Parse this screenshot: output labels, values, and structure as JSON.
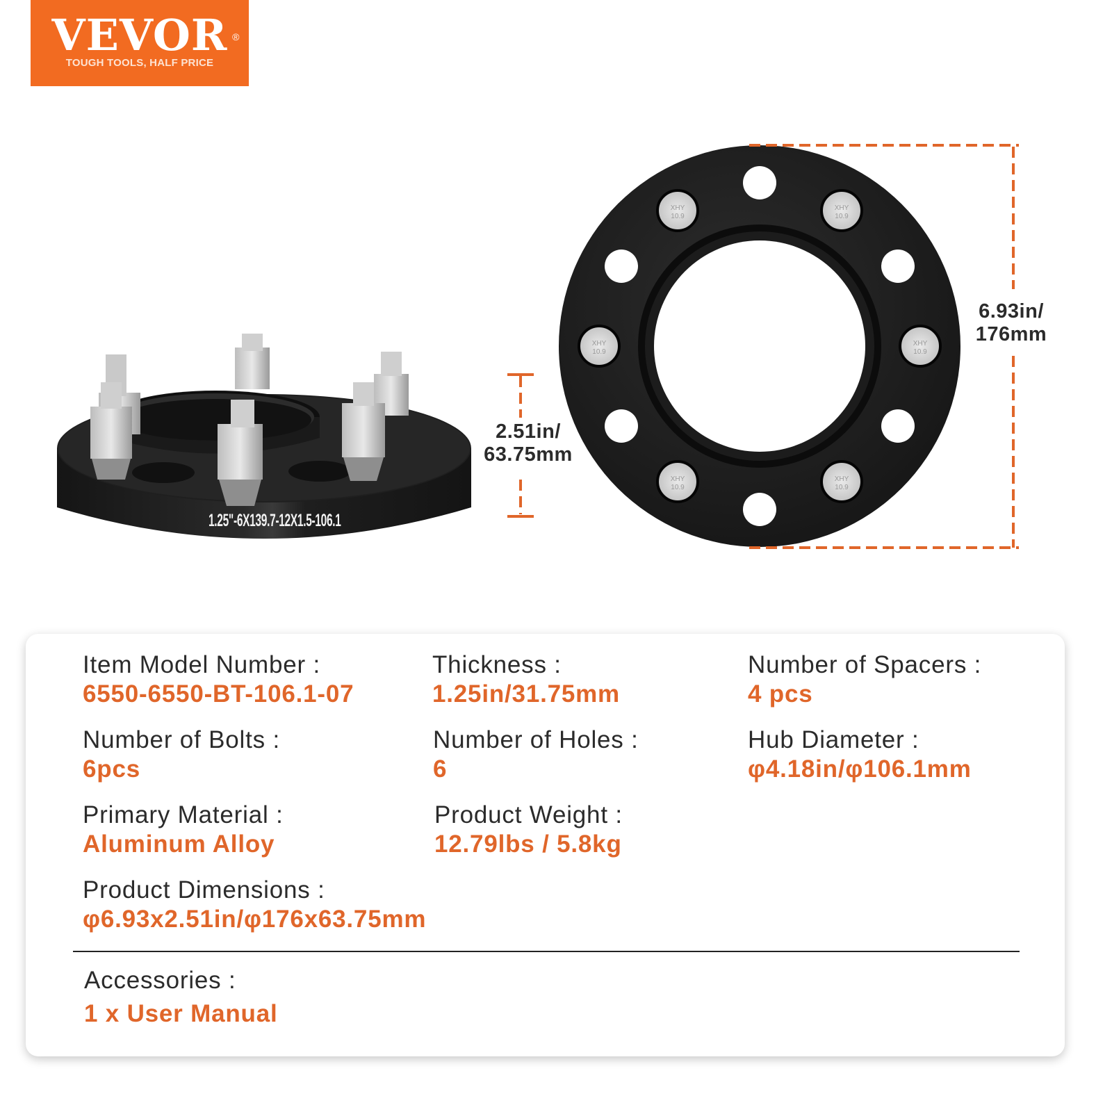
{
  "brand": {
    "name": "VEVOR",
    "registered_mark": "®",
    "tagline": "TOUGH TOOLS, HALF PRICE",
    "color": "#f26b21"
  },
  "product_images": {
    "side_view": {
      "stamp_text": "1.25\"-6X139.7-12X1.5-106.1",
      "stud_count_visible": 6
    },
    "face_view": {
      "hole_count": 12,
      "studs_pressed": 6,
      "stud_marking": "XHY 10.9"
    }
  },
  "dimensions": {
    "height_label_line1": "2.51in/",
    "height_label_line2": "63.75mm",
    "diameter_label_line1": "6.93in/",
    "diameter_label_line2": "176mm",
    "line_color": "#e0662a"
  },
  "specs": {
    "item_model_number": {
      "label": "Item Model Number :",
      "value": "6550-6550-BT-106.1-07"
    },
    "thickness": {
      "label": "Thickness :",
      "value": "1.25in/31.75mm"
    },
    "number_of_spacers": {
      "label": "Number of Spacers :",
      "value": "4 pcs"
    },
    "number_of_bolts": {
      "label": "Number of Bolts :",
      "value": "6pcs"
    },
    "number_of_holes": {
      "label": "Number of Holes :",
      "value": "6"
    },
    "hub_diameter": {
      "label": "Hub Diameter :",
      "value": "φ4.18in/φ106.1mm"
    },
    "primary_material": {
      "label": "Primary Material :",
      "value": "Aluminum Alloy"
    },
    "product_weight": {
      "label": "Product Weight :",
      "value": "12.79lbs / 5.8kg"
    },
    "product_dimensions": {
      "label": "Product Dimensions :",
      "value": "φ6.93x2.51in/φ176x63.75mm"
    },
    "accessories": {
      "label": "Accessories :",
      "value": "1 x User Manual"
    }
  },
  "colors": {
    "label_text": "#2b2b2b",
    "value_text": "#e0662a",
    "spacer_body": "#1c1c1c"
  }
}
